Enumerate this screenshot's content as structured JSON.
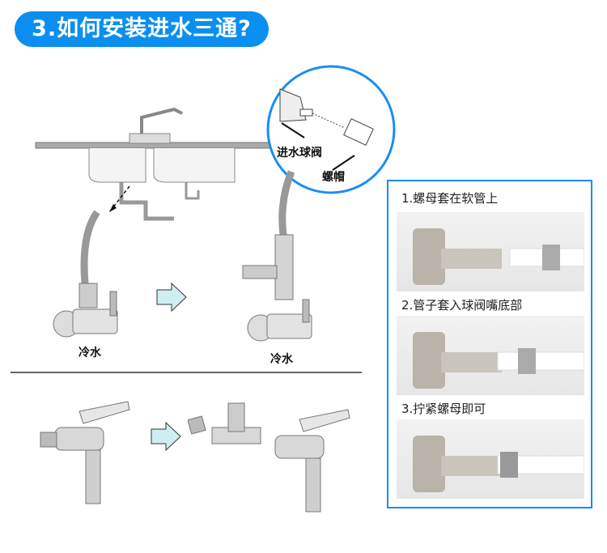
{
  "title": "3.如何安装进水三通?",
  "diagram": {
    "callout_labels": {
      "inlet_ball_valve": "进水球阀",
      "nut": "螺帽"
    },
    "cold_water_left": "冷水",
    "cold_water_right": "冷水"
  },
  "steps": [
    {
      "label": "1.螺母套在软管上"
    },
    {
      "label": "2.管子套入球阀嘴底部"
    },
    {
      "label": "3.拧紧螺母即可"
    }
  ],
  "colors": {
    "accent": "#0a8ff0",
    "arrow_fill": "#cfeef2"
  }
}
